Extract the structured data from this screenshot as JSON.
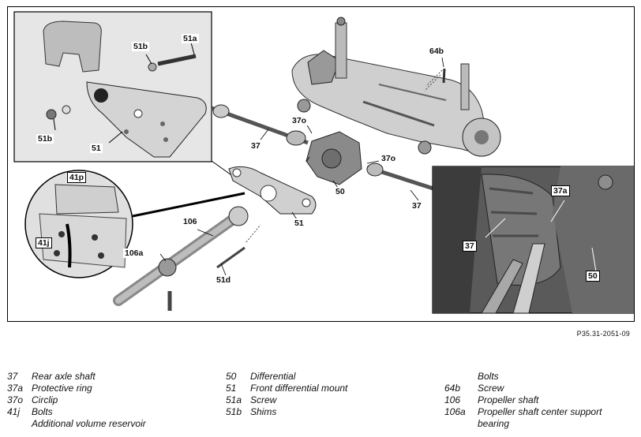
{
  "figure_ref": "P35.31-2051-09",
  "callouts": {
    "c51a": "51a",
    "c51b_top": "51b",
    "c51b_left": "51b",
    "c51_inset": "51",
    "c41p": "41p",
    "c41j": "41j",
    "c64b": "64b",
    "c37o_top": "37o",
    "c37o_right": "37o",
    "c37_left": "37",
    "c37_right": "37",
    "c50_center": "50",
    "c51_center": "51",
    "c106": "106",
    "c106a": "106a",
    "c51d": "51d",
    "c37a": "37a",
    "c37_inset": "37",
    "c50_inset": "50"
  },
  "legend": {
    "col1": [
      {
        "key": "37",
        "label": "Rear axle shaft"
      },
      {
        "key": "37a",
        "label": "Protective ring"
      },
      {
        "key": "37o",
        "label": "Circlip"
      },
      {
        "key": "41j",
        "label": "Bolts"
      },
      {
        "key": "",
        "label": "Additional volume reservoir"
      }
    ],
    "col2": [
      {
        "key": "50",
        "label": "Differential"
      },
      {
        "key": "51",
        "label": "Front differential mount"
      },
      {
        "key": "51a",
        "label": "Screw"
      },
      {
        "key": "51b",
        "label": "Shims"
      }
    ],
    "col3": [
      {
        "key": "",
        "label": "Bolts"
      },
      {
        "key": "64b",
        "label": "Screw"
      },
      {
        "key": "106",
        "label": "Propeller shaft"
      },
      {
        "key": "106a",
        "label": "Propeller shaft center support bearing"
      }
    ]
  }
}
